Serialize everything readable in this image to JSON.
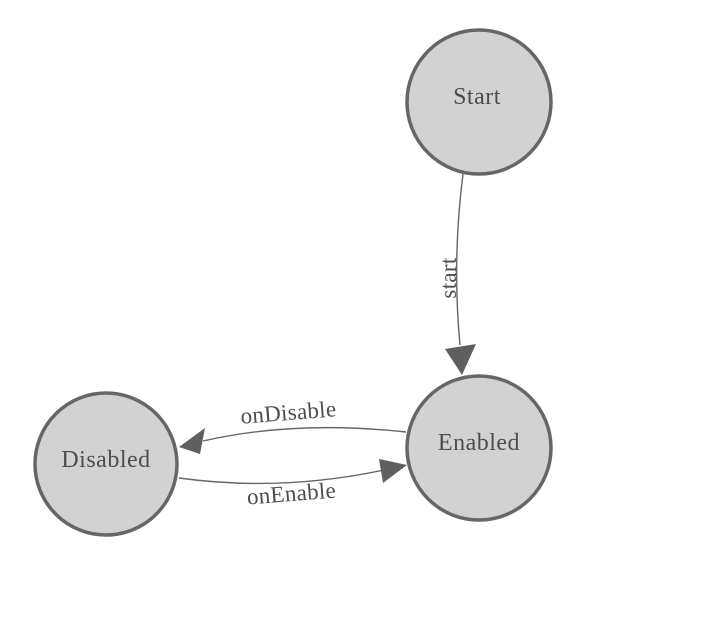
{
  "diagram": {
    "type": "state-diagram",
    "background_color": "#ffffff",
    "node_fill": "#d2d2d2",
    "node_border_color": "#666666",
    "edge_color": "#666666",
    "arrowhead_color": "#5f5f5f",
    "label_color": "#4d4d4d",
    "nodes": [
      {
        "id": "start",
        "label": "Start"
      },
      {
        "id": "enabled",
        "label": "Enabled"
      },
      {
        "id": "disabled",
        "label": "Disabled"
      }
    ],
    "edges": [
      {
        "from": "Start",
        "to": "Enabled",
        "label": "start"
      },
      {
        "from": "Enabled",
        "to": "Disabled",
        "label": "onDisable"
      },
      {
        "from": "Disabled",
        "to": "Enabled",
        "label": "onEnable"
      }
    ]
  }
}
